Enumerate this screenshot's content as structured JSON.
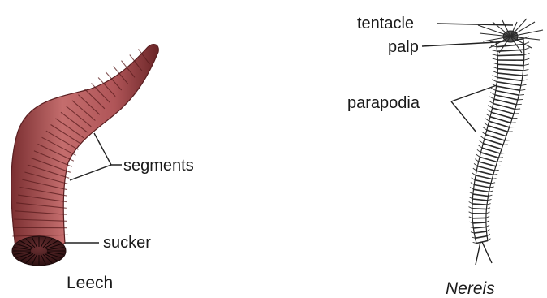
{
  "leech": {
    "label_segments": "segments",
    "label_sucker": "sucker",
    "caption": "Leech",
    "colors": {
      "body": "#b5595a",
      "body_dark": "#6e2a2c",
      "sucker": "#3a1a1b"
    }
  },
  "nereis": {
    "label_tentacle": "tentacle",
    "label_palp": "palp",
    "label_parapodia": "parapodia",
    "caption": "Nereis"
  }
}
